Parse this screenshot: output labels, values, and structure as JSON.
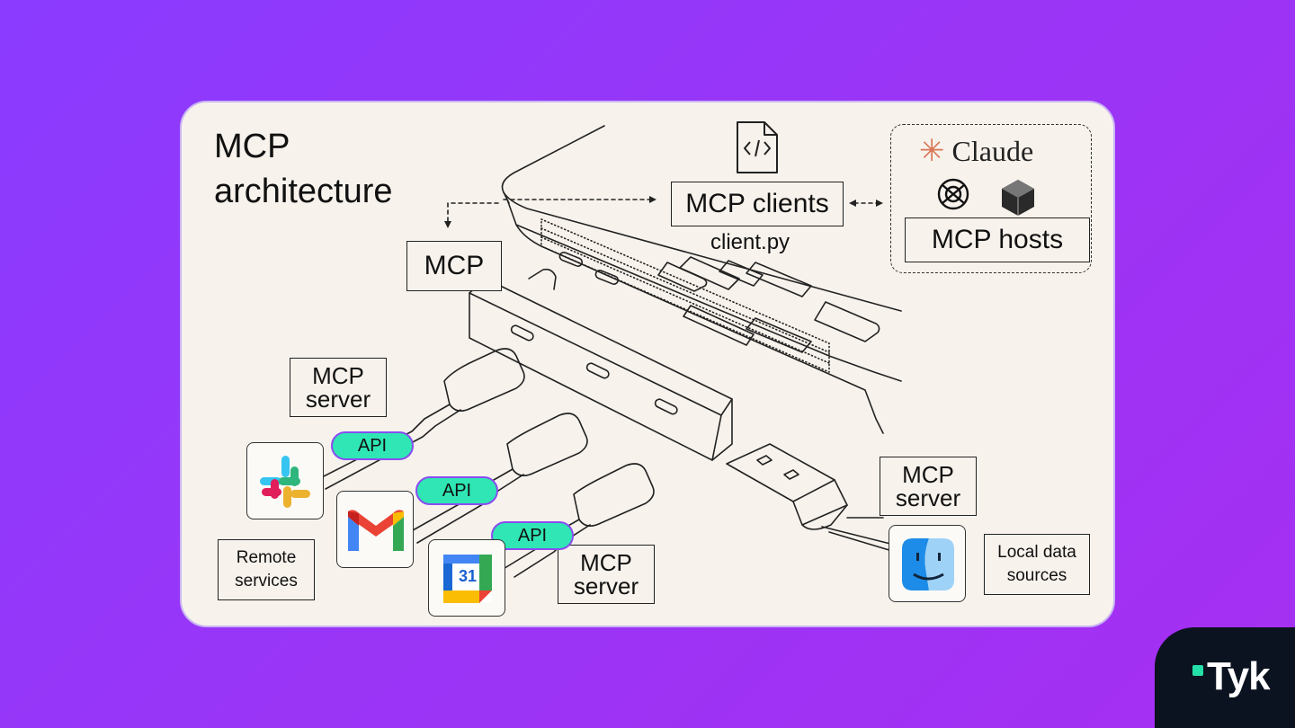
{
  "title": "MCP architecture",
  "labels": {
    "mcp": "MCP",
    "mcp_clients": "MCP clients",
    "client_file": "client.py",
    "mcp_hosts": "MCP hosts",
    "claude": "Claude",
    "mcp_server_top": "MCP server",
    "mcp_server_bottom": "MCP server",
    "mcp_server_right": "MCP server",
    "remote_services": "Remote services",
    "local_data_sources": "Local data sources",
    "api_1": "API",
    "api_2": "API",
    "api_3": "API",
    "calendar_day": "31"
  },
  "icons": [
    "code-file-icon",
    "claude-logo-icon",
    "openai-logo-icon",
    "perplexity-logo-icon",
    "slack-icon",
    "gmail-icon",
    "google-calendar-icon",
    "finder-icon"
  ],
  "brand": {
    "name": "Tyk",
    "accent": "#23e0a9"
  },
  "colors": {
    "background": "#9a35f6",
    "card": "#f7f2ec",
    "api_pill": "#2fe6b4"
  }
}
